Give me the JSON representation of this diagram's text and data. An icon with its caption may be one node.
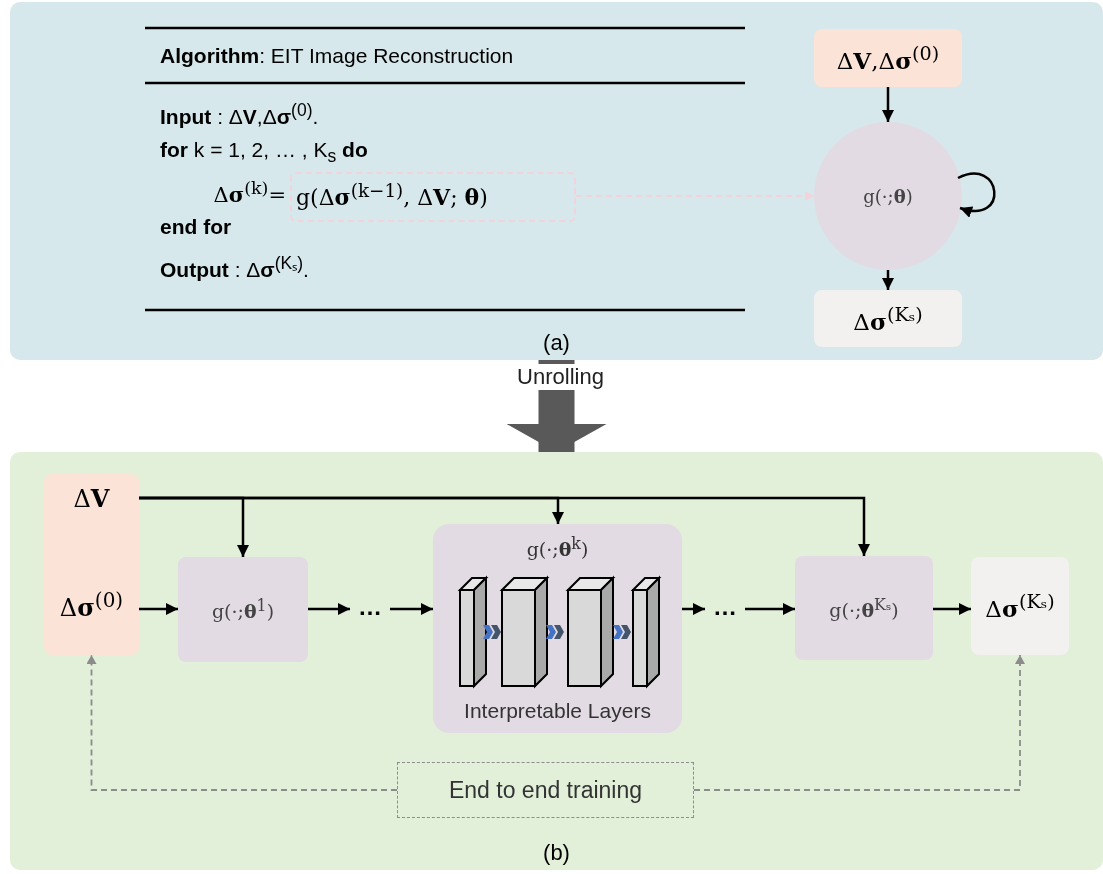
{
  "diagram": {
    "nodes": [
      {
        "text": [
          "(a)"
        ]
      },
      {
        "text": [
          "g(Δ**σ**$^{(k−1)}$, Δ**V**; **θ**)"
        ],
        "beside": [
          "Δ**σ**$^{(k)}$="
        ],
        "in": 0
      },
      {
        "text": [
          "Δ**V**,Δ**σ**$^{(0)}$"
        ],
        "in": 0
      },
      {
        "text": [
          "g(·;**θ**)"
        ],
        "in": 0
      },
      {
        "text": [
          "Δ**σ**$^{(Kₛ)}$"
        ],
        "in": 0
      },
      {
        "text": [
          "(b)"
        ]
      },
      {
        "text": [
          "Δ**V**",
          "Δ**σ**$^{(0)}$"
        ],
        "in": 5
      },
      {
        "text": [
          "g(·;**θ**$^{1}$)"
        ],
        "in": 5
      },
      {
        "text": [
          "…"
        ],
        "in": 5
      },
      {
        "text": [
          "g(·;**θ**$^{k}$)",
          "Interpretable Layers"
        ],
        "in": 5
      },
      {
        "text": [
          "…"
        ],
        "in": 5
      },
      {
        "text": [
          "g(·;**θ**$^{Kₛ}$)"
        ],
        "in": 5
      },
      {
        "text": [
          "Δ**σ**$^{(Kₛ)}$"
        ],
        "in": 5
      },
      {
        "text": [
          "End to end training"
        ],
        "in": 5
      }
    ],
    "edges": [
      {
        "from": 2,
        "to": 3,
        "arrow": "to"
      },
      {
        "from": 3,
        "to": 3,
        "arrow": "to"
      },
      {
        "from": 3,
        "to": 4,
        "arrow": "to"
      },
      {
        "from": 1,
        "to": 3,
        "arrow": "to",
        "style": "dashed",
        "color": "#f3d3da"
      },
      {
        "from": 0,
        "to": 5,
        "arrow": "to",
        "label": "Unrolling",
        "style": "thick",
        "color": "#595959"
      },
      {
        "from": 6,
        "to": 7,
        "arrow": "to"
      },
      {
        "from": 7,
        "to": 8,
        "arrow": "to"
      },
      {
        "from": 8,
        "to": 9,
        "arrow": "to"
      },
      {
        "from": 9,
        "to": 10,
        "arrow": "to"
      },
      {
        "from": 10,
        "to": 11,
        "arrow": "to"
      },
      {
        "from": 11,
        "to": 12,
        "arrow": "to"
      },
      {
        "from": 6,
        "to": 7,
        "arrow": "to"
      },
      {
        "from": 6,
        "to": 9,
        "arrow": "to"
      },
      {
        "from": 6,
        "to": 11,
        "arrow": "to"
      },
      {
        "from": 13,
        "to": 6,
        "arrow": "to",
        "style": "dashed",
        "color": "#8c8c8c"
      },
      {
        "from": 13,
        "to": 12,
        "arrow": "to",
        "style": "dashed",
        "color": "#8c8c8c"
      }
    ],
    "labels": [
      "**Algorithm**: EIT Image Reconstruction",
      "**Input** : Δ**V**,Δ**σ**$^{(0)}$.",
      "**for** k = 1, 2, … , K$_{s}$ **do**",
      "end for",
      "**Output** : Δ**σ**$^{(Kₛ)}$."
    ]
  }
}
